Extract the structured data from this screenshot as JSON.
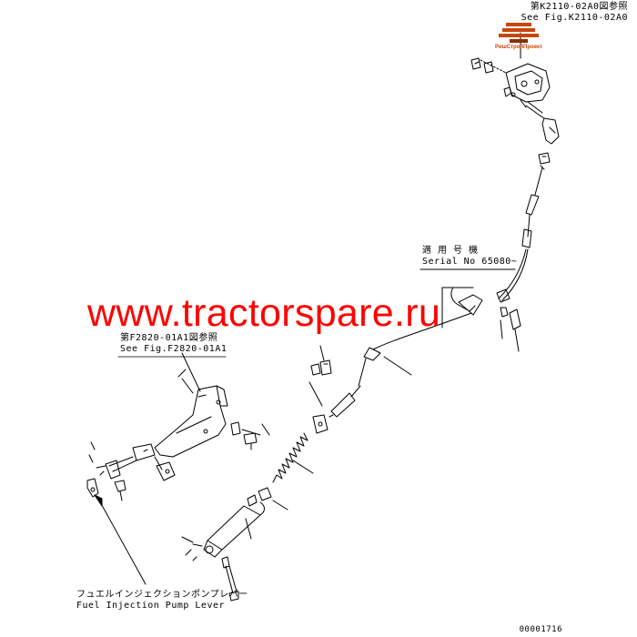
{
  "references": {
    "k2110_jp": "第K2110-02A0図参照",
    "k2110_en": "See Fig.K2110-02A0",
    "f2820_jp": "第F2820-01A1図参照",
    "f2820_en": "See Fig.F2820-01A1"
  },
  "serial": {
    "jp": "適 用 号 機",
    "en": "Serial No 65080~"
  },
  "fuel_lever": {
    "jp": "フュエルインジェクションポンプレバー",
    "en": "Fuel Injection Pump Lever"
  },
  "watermark": "www.tractorspare.ru",
  "logo_text": "РишСтройПроект",
  "drawing_number": "00001716",
  "colors": {
    "line": "#000000",
    "watermark": "#ff0000",
    "logo": "#c8460a"
  }
}
